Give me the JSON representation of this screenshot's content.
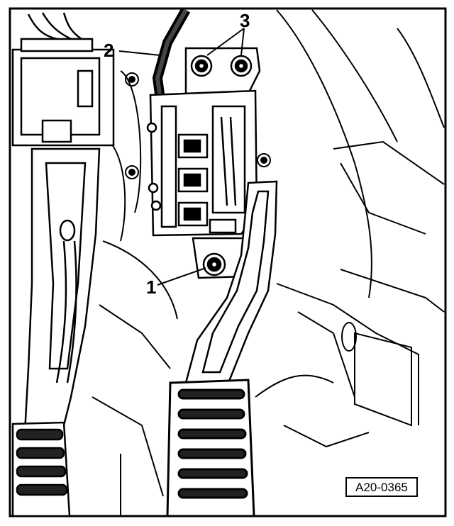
{
  "figure": {
    "reference_code": "A20-0365",
    "callouts": [
      {
        "label": "1",
        "part": "nut"
      },
      {
        "label": "2",
        "part": "wiring-harness"
      },
      {
        "label": "3",
        "part": "nuts-upper"
      }
    ]
  }
}
